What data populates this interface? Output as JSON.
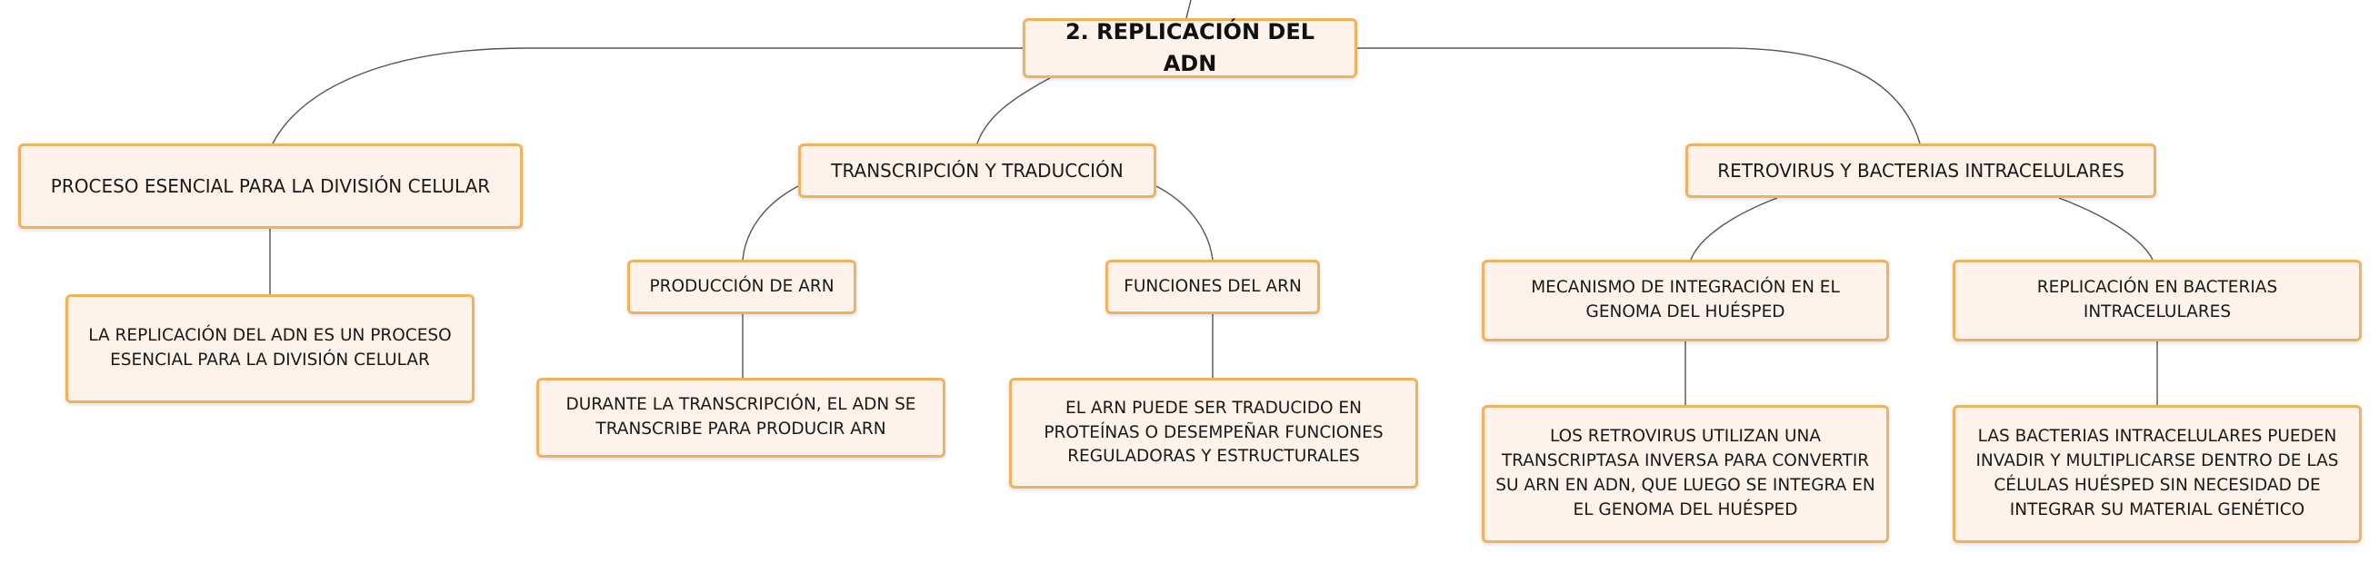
{
  "root": {
    "label": "2. REPLICACIÓN DEL ADN"
  },
  "branches": [
    {
      "label": "PROCESO ESENCIAL PARA LA DIVISIÓN CELULAR",
      "children": [
        {
          "label": "LA REPLICACIÓN DEL ADN ES UN PROCESO ESENCIAL PARA LA DIVISIÓN CELULAR"
        }
      ]
    },
    {
      "label": "TRANSCRIPCIÓN Y TRADUCCIÓN",
      "children": [
        {
          "label": "PRODUCCIÓN DE ARN",
          "detail": "DURANTE LA TRANSCRIPCIÓN, EL ADN SE TRANSCRIBE PARA PRODUCIR ARN"
        },
        {
          "label": "FUNCIONES DEL ARN",
          "detail": "EL ARN PUEDE SER TRADUCIDO EN PROTEÍNAS O DESEMPEÑAR FUNCIONES REGULADORAS Y ESTRUCTURALES"
        }
      ]
    },
    {
      "label": "RETROVIRUS Y BACTERIAS INTRACELULARES",
      "children": [
        {
          "label": "MECANISMO DE INTEGRACIÓN EN EL GENOMA DEL HUÉSPED",
          "detail": "LOS RETROVIRUS UTILIZAN UNA TRANSCRIPTASA INVERSA PARA CONVERTIR SU ARN EN ADN, QUE LUEGO SE INTEGRA EN EL GENOMA DEL HUÉSPED"
        },
        {
          "label": "REPLICACIÓN EN BACTERIAS INTRACELULARES",
          "detail": "LAS BACTERIAS INTRACELULARES PUEDEN INVADIR Y MULTIPLICARSE DENTRO DE LAS CÉLULAS HUÉSPED SIN NECESIDAD DE INTEGRAR SU MATERIAL GENÉTICO"
        }
      ]
    }
  ],
  "colors": {
    "node_fill": "#fdf3ea",
    "node_border": "#f2b15c",
    "connector": "#555555"
  }
}
